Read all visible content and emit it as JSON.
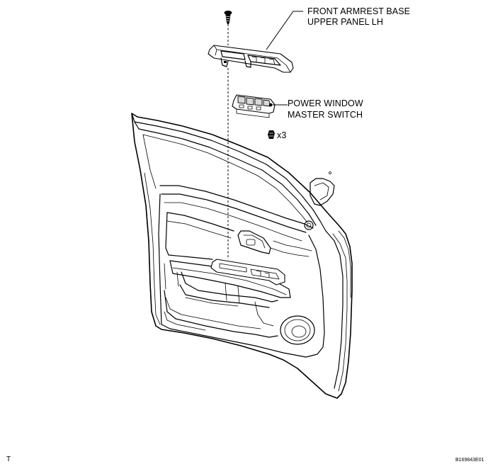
{
  "callouts": {
    "armrest_line1": "FRONT ARMREST BASE",
    "armrest_line2": "UPPER PANEL LH",
    "switch_line1": "POWER WINDOW",
    "switch_line2": "MASTER SWITCH",
    "clip_count": "x3"
  },
  "footer": {
    "corner_mark": "T",
    "figure_id": "B169843E01"
  }
}
